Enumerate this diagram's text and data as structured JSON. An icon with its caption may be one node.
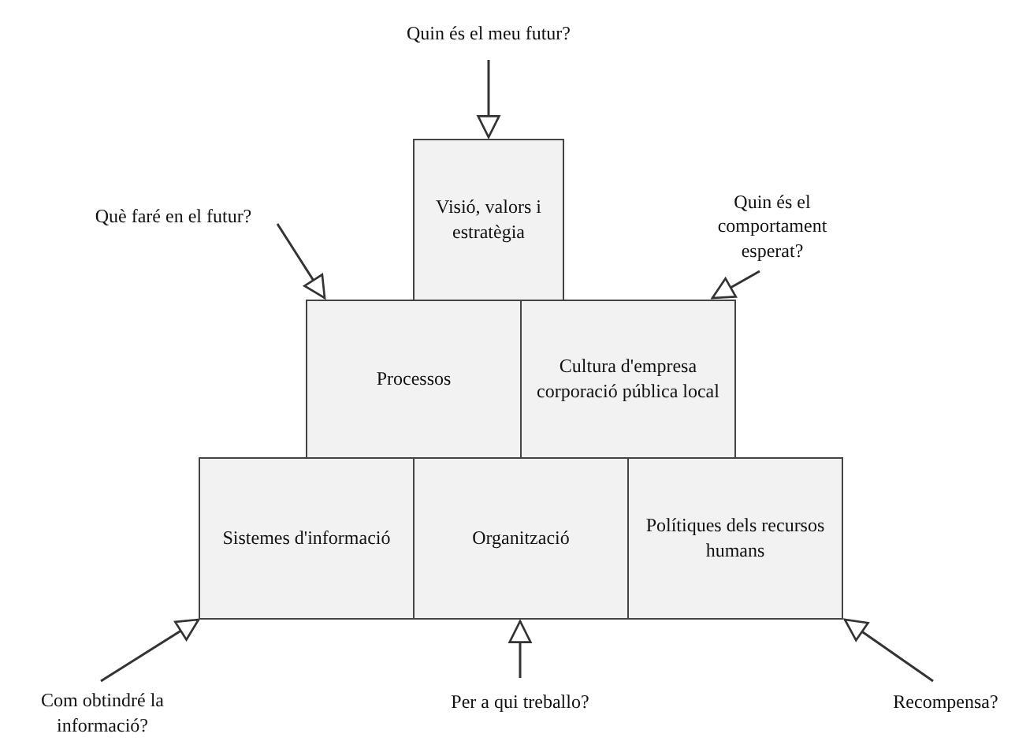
{
  "diagram": {
    "nodes": [
      {
        "text": [
          "Quin és el meu futur?"
        ]
      },
      {
        "text": [
          "Visió, valors i estratègia"
        ]
      },
      {
        "text": [
          "Què faré en el futur?"
        ]
      },
      {
        "text": [
          "Quin és el comportament esperat?"
        ]
      },
      {
        "text": [
          "Processos"
        ]
      },
      {
        "text": [
          "Cultura d'empresa corporació pública local"
        ]
      },
      {
        "text": [
          "Sistemes d'informació"
        ]
      },
      {
        "text": [
          "Organització"
        ]
      },
      {
        "text": [
          "Polítiques dels recursos humans"
        ]
      },
      {
        "text": [
          "Com obtindré la informació?"
        ]
      },
      {
        "text": [
          "Per a qui treballo?"
        ]
      },
      {
        "text": [
          "Recompensa?"
        ]
      }
    ],
    "edges": [
      {
        "from": 0,
        "to": 1,
        "arrow": "to"
      },
      {
        "from": 2,
        "to": 4,
        "arrow": "to"
      },
      {
        "from": 3,
        "to": 5,
        "arrow": "to"
      },
      {
        "from": 9,
        "to": 6,
        "arrow": "to"
      },
      {
        "from": 10,
        "to": 7,
        "arrow": "to"
      },
      {
        "from": 11,
        "to": 8,
        "arrow": "to"
      }
    ]
  }
}
